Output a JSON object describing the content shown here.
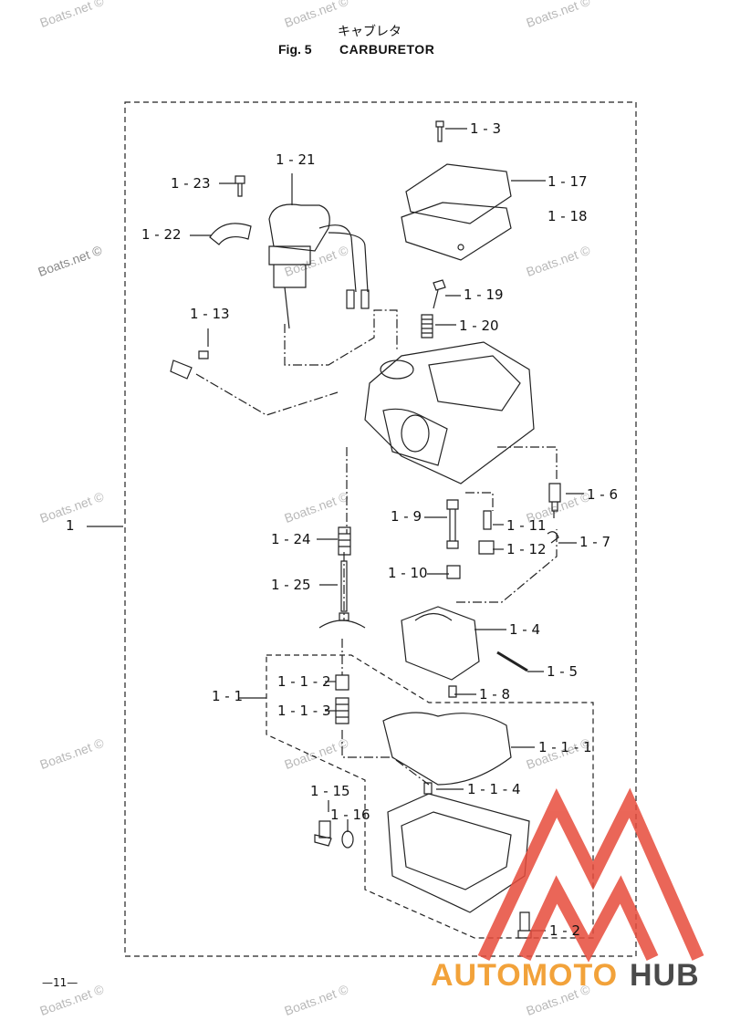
{
  "header": {
    "title_jp": "キャブレタ",
    "fig_number": "Fig. 5",
    "fig_title": "CARBURETOR"
  },
  "watermark": "Boats.net ©",
  "callouts": {
    "c1_3": "1 - 3",
    "c1_21": "1 - 21",
    "c1_23": "1 - 23",
    "c1_17": "1 - 17",
    "c1_18": "1 - 18",
    "c1_22": "1 - 22",
    "c1_19": "1 - 19",
    "c1_13": "1 - 13",
    "c1_20": "1 - 20",
    "c1_6": "1 - 6",
    "c1_9": "1 - 9",
    "c1_11": "1 - 11",
    "c1": "1",
    "c1_24": "1 - 24",
    "c1_12": "1 - 12",
    "c1_7": "1 - 7",
    "c1_10": "1 - 10",
    "c1_25": "1 - 25",
    "c1_4": "1 - 4",
    "c1_5": "1 - 5",
    "c1_1_2": "1 - 1 - 2",
    "c1_1": "1 - 1",
    "c1_8": "1 - 8",
    "c1_1_3": "1 - 1 - 3",
    "c1_1_1": "1 - 1 - 1",
    "c1_15": "1 - 15",
    "c1_1_4": "1 - 1 - 4",
    "c1_16": "1 - 16",
    "c1_2": "1 - 2"
  },
  "page_number": "—11—",
  "brand": {
    "part1": "AUTOMOTO",
    "part2": "HUB",
    "color1": "#f2a23a",
    "color2": "#4a4a4a",
    "logo_color": "#e74c3c"
  }
}
